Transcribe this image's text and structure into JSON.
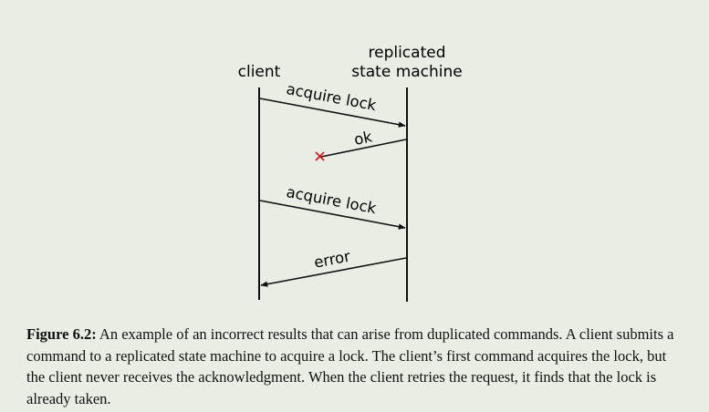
{
  "participants": {
    "client": "client",
    "server_line1": "replicated",
    "server_line2": "state machine"
  },
  "messages": [
    {
      "label": "acquire lock",
      "from": "client",
      "to": "server",
      "delivered": true
    },
    {
      "label": "ok",
      "from": "server",
      "to": "client",
      "delivered": false
    },
    {
      "label": "acquire lock",
      "from": "client",
      "to": "server",
      "delivered": true
    },
    {
      "label": "error",
      "from": "server",
      "to": "client",
      "delivered": true
    }
  ],
  "colors": {
    "lost_marker": "#cc1f1f",
    "line": "#111111",
    "background": "#e9ede3"
  },
  "caption": {
    "label": "Figure 6.2:",
    "text": "An example of an incorrect results that can arise from duplicated commands. A client submits a command to a replicated state machine to acquire a lock. The client’s first command acquires the lock, but the client never receives the acknowledgment. When the client retries the request, it finds that the lock is already taken."
  }
}
